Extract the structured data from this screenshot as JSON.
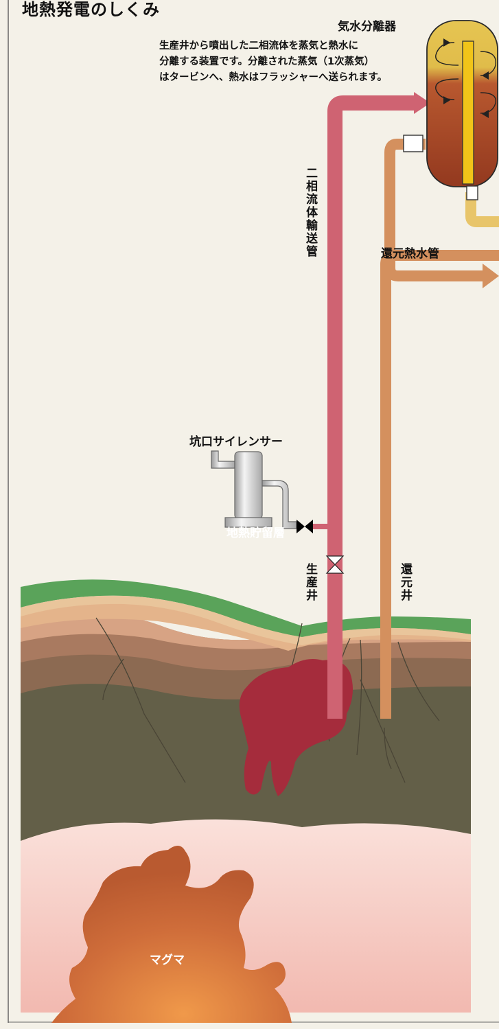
{
  "title": "地熱発電のしくみ",
  "separator": {
    "title": "気水分離器",
    "description": [
      "生産井から噴出した二相流体を蒸気と熱水に",
      "分離する装置です。分離された蒸気（1次蒸気）",
      "はタービンへ、熱水はフラッシャーへ送られます。"
    ]
  },
  "labels": {
    "two_phase_pipe": "二相流体輸送管",
    "return_hot_water_pipe": "還元熱水管",
    "wellhead_silencer": "坑口サイレンサー",
    "production_well": "生産井",
    "reinjection_well": "還元井",
    "geothermal_reservoir": "地熱貯留層",
    "magma": "マグマ"
  },
  "colors": {
    "background": "#f4f1e8",
    "two_phase_pipe": "#cf6372",
    "hot_water_pipe": "#d4905e",
    "steam_pipe": "#e8c56a",
    "separator_top": "#e2c24f",
    "separator_bottom": "#a0472c",
    "grass": "#5aa35a",
    "reservoir": "#a52c3c",
    "magma": "#c7683a",
    "magma_zone": "#f3c3bc"
  }
}
